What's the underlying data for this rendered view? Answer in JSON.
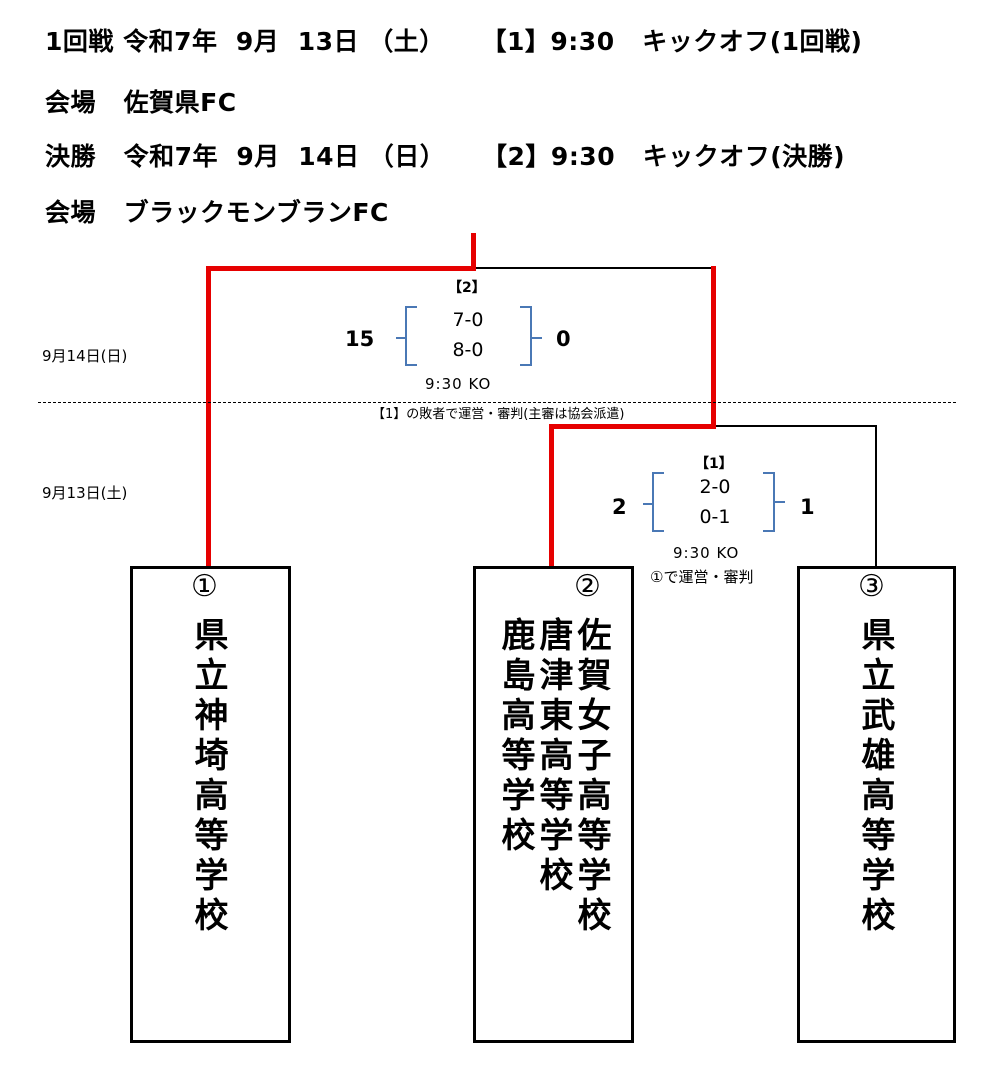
{
  "header": {
    "round1": "1回戦 令和7年  9月  13日 （土）    【1】9:30   キックオフ(1回戦)",
    "venue1": "会場   佐賀県FC",
    "final": "決勝   令和7年  9月  14日 （日）    【2】9:30   キックオフ(決勝)",
    "venue2": "会場   ブラックモンブランFC"
  },
  "dates": {
    "day2": "9月14日(日)",
    "day1": "9月13日(土)"
  },
  "final_match": {
    "tag": "【2】",
    "left_total": "15",
    "right_total": "0",
    "half1": "7-0",
    "half2": "8-0",
    "ko": "9:30  KO"
  },
  "divider_note": "【1】の敗者で運営・審判(主審は協会派遣)",
  "match1": {
    "tag": "【1】",
    "left_total": "2",
    "right_total": "1",
    "half1": "2-0",
    "half2": "0-1",
    "ko": "9:30  KO",
    "note": "①で運営・審判"
  },
  "teams": [
    {
      "seed": "①",
      "names": [
        "県立神埼高等学校"
      ]
    },
    {
      "seed": "②",
      "names": [
        "佐賀女子高等学校",
        "唐津東高等学校",
        "鹿島高等学校"
      ]
    },
    {
      "seed": "③",
      "names": [
        "県立武雄高等学校"
      ]
    }
  ],
  "colors": {
    "winner_line": "#e60000",
    "bracket": "#4a78b5"
  }
}
